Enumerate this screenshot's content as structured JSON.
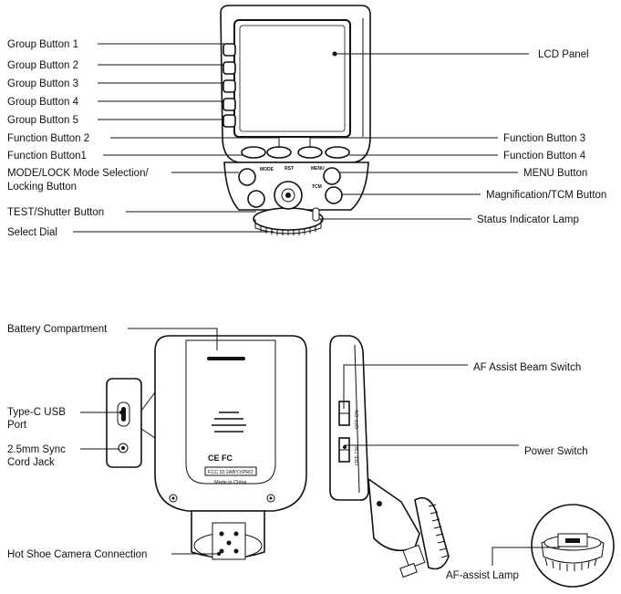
{
  "labels": {
    "group1": "Group Button 1",
    "group2": "Group Button 2",
    "group3": "Group Button 3",
    "group4": "Group Button 4",
    "group5": "Group Button 5",
    "func2": "Function Button 2",
    "func1": "Function Button1",
    "mode_lock_1": "MODE/LOCK Mode Selection/",
    "mode_lock_2": "Locking Button",
    "test_shutter": "TEST/Shutter Button",
    "select_dial": "Select Dial",
    "lcd_panel": "LCD Panel",
    "func3": "Function Button 3",
    "func4": "Function Button 4",
    "menu_button": "MENU Button",
    "mag_tcm": "Magnification/TCM Button",
    "status_lamp": "Status Indicator Lamp",
    "battery": "Battery Compartment",
    "usb_1": "Type-C USB",
    "usb_2": "Port",
    "sync_1": "2.5mm Sync",
    "sync_2": "Cord Jack",
    "hot_shoe": "Hot Shoe Camera Connection",
    "af_beam": "AF Assist Beam Switch",
    "power": "Power Switch",
    "af_lamp": "AF-assist Lamp"
  },
  "device_markings": {
    "mode": "MODE",
    "rst": "RST",
    "menu": "MENU",
    "tcm": "TCM",
    "cert": "CE FC",
    "fcc": "FCC ID:2ABYXPRO",
    "made_in": "Made in China",
    "off_on": "OFF ON"
  }
}
